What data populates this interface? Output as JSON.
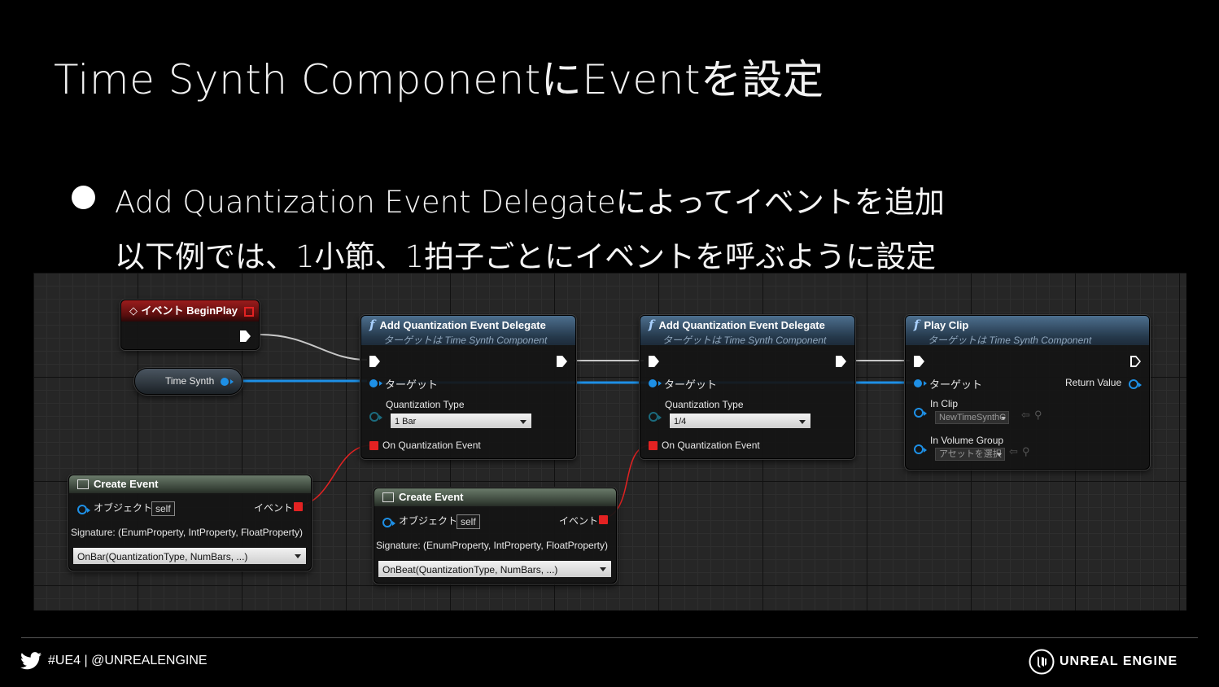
{
  "slide": {
    "title": "Time Synth ComponentにEventを設定",
    "bullet_1": "Add Quantization Event Delegateによってイベントを追加",
    "bullet_2": "以下例では、1小節、1拍子ごとにイベントを呼ぶように設定"
  },
  "blueprint": {
    "begin_play": {
      "title": "イベント BeginPlay"
    },
    "time_synth_var": {
      "label": "Time Synth"
    },
    "add_delegate_1": {
      "title": "Add Quantization Event Delegate",
      "subtitle": "ターゲットは Time Synth Component",
      "target_label": "ターゲット",
      "qtype_label": "Quantization Type",
      "qtype_value": "1 Bar",
      "event_label": "On Quantization Event"
    },
    "add_delegate_2": {
      "title": "Add Quantization Event Delegate",
      "subtitle": "ターゲットは Time Synth Component",
      "target_label": "ターゲット",
      "qtype_label": "Quantization Type",
      "qtype_value": "1/4",
      "event_label": "On Quantization Event"
    },
    "play_clip": {
      "title": "Play Clip",
      "subtitle": "ターゲットは Time Synth Component",
      "target_label": "ターゲット",
      "return_label": "Return Value",
      "in_clip_label": "In Clip",
      "in_clip_value": "NewTimeSynthC",
      "in_volume_label": "In Volume Group",
      "in_volume_value": "アセットを選択"
    },
    "create_event_1": {
      "title": "Create Event",
      "object_label": "オブジェクト",
      "self_label": "self",
      "event_label": "イベント",
      "signature": "Signature: (EnumProperty, IntProperty, FloatProperty)",
      "function_value": "OnBar(QuantizationType, NumBars, ...)"
    },
    "create_event_2": {
      "title": "Create Event",
      "object_label": "オブジェクト",
      "self_label": "self",
      "event_label": "イベント",
      "signature": "Signature: (EnumProperty, IntProperty, FloatProperty)",
      "function_value": "OnBeat(QuantizationType, NumBars, ...)"
    }
  },
  "footer": {
    "social": "#UE4 | @UNREALENGINE",
    "brand": "UNREAL ENGINE"
  },
  "colors": {
    "exec_wire": "#d0d0d0",
    "object_wire": "#1e90e6",
    "delegate_wire": "#e32222",
    "background": "#000000"
  },
  "icons": {
    "twitter": "twitter-bird-icon",
    "ue_logo": "unreal-engine-logo",
    "function": "function-icon",
    "event": "event-diamond-icon"
  }
}
